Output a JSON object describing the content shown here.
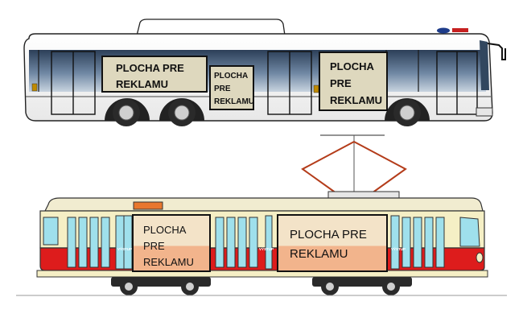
{
  "bus": {
    "brand_badge": "",
    "ads": [
      {
        "label": "PLOCHA PRE\nREKLAMU"
      },
      {
        "label": "PLOCHA\nPRE\nREKLAMU"
      },
      {
        "label": "PLOCHA\nPRE\nREKLAMU"
      }
    ]
  },
  "tram": {
    "exit_label": "VÝSTUP",
    "ads": [
      {
        "label": "PLOCHA\nPRE\nREKLAMU"
      },
      {
        "label": "PLOCHA PRE\nREKLAMU"
      }
    ]
  },
  "colors": {
    "ad_bus": "#ded8be",
    "ad_tram_top": "#f3e3c8",
    "ad_tram_bottom": "#f2b48c",
    "bus_glass": "#2f4560",
    "tram_red": "#dd1c1c",
    "tram_cream": "#f5efc5",
    "tram_window": "#9fe0ec"
  }
}
